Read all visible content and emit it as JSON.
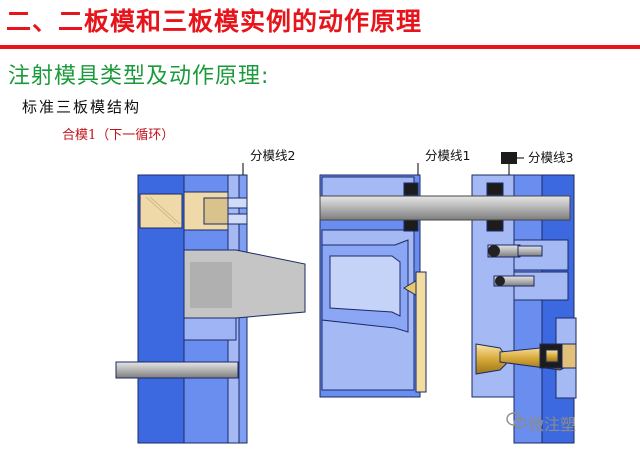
{
  "title": "二、二板模和三板模实例的动作原理",
  "subtitle": "注射模具类型及动作原理:",
  "structure_label": "标准三板模结构",
  "step_label": "合模1（下一循环）",
  "parting_lines": {
    "line1": "分模线1",
    "line2": "分模线2",
    "line3": "分模线3"
  },
  "watermark": {
    "text": "微注塑"
  },
  "colors": {
    "title": "#e8141c",
    "subtitle": "#1a9a3a",
    "plate_dark": "#3d69e0",
    "plate_mid": "#6a8ef0",
    "plate_light": "#a5baf5",
    "steel": "#b8b8b8",
    "bushing": "#efd9a8"
  }
}
